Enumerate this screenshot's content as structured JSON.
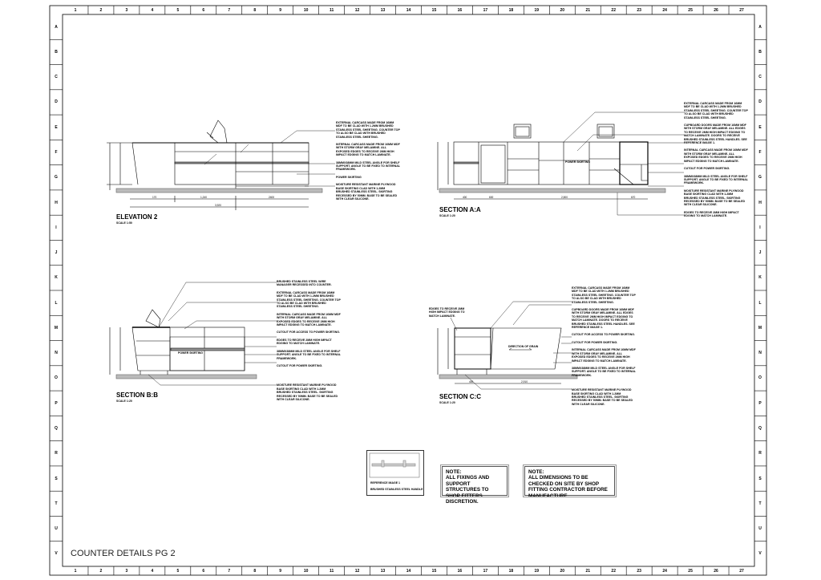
{
  "sheet": {
    "title": "COUNTER DETAILS PG 2",
    "columns": [
      "1",
      "2",
      "3",
      "4",
      "5",
      "6",
      "7",
      "8",
      "9",
      "10",
      "11",
      "12",
      "13",
      "14",
      "15",
      "16",
      "17",
      "18",
      "19",
      "20",
      "21",
      "22",
      "23",
      "24",
      "25",
      "26",
      "27"
    ],
    "rows": [
      "A",
      "B",
      "C",
      "D",
      "E",
      "F",
      "G",
      "H",
      "I",
      "J",
      "K",
      "L",
      "M",
      "N",
      "O",
      "P",
      "Q",
      "R",
      "S",
      "T",
      "U",
      "V"
    ]
  },
  "elevation2": {
    "title": "ELEVATION 2",
    "scale": "SCALE 1:50",
    "dims": [
      "170",
      "1,240",
      "2400",
      "3,920"
    ],
    "notes": [
      "External carcass made from 16mm MDF to be clad with 1.2mm brushed stainless steel sheeting. Counter top to also be clad with brushed stainless steel sheeting.",
      "Internal carcass made from 16mm MDF with storm gray melamine. All exposed edges to receive 2mm high impact edging to match laminate.",
      "38mmX38mm mild steel angle for shelf support. Angle to be fixed to internal framework.",
      "Power skirting",
      "Moisture resistant marine plywood base skirting clad with 1.2mm brushed stainless steel. Skirting recessed by 50mm. Base to be sealed with clear silicone."
    ]
  },
  "sectionAA": {
    "title": "SECTION A:A",
    "scale": "SCALE 1:20",
    "power_skirting": "POWER SKIRTING",
    "dims": [
      "400",
      "600",
      "2,500",
      "670"
    ],
    "notes": [
      "External carcass made from 16mm MDF to be clad with 1.2mm brushed stainless steel sheeting. Counter top to also be clad with brushed stainless steel sheeting.",
      "Cupboard doors made from 16mm MDF with storm gray melamine. All edges to receive 2mm high impact edging to match laminate. Doors to receive brushed stainless steel handles. See reference image 1.",
      "Internal carcass made from 16mm MDF with storm gray melamine. All exposed edges to receive 2mm high impact edging to match laminate.",
      "Cutout for power skirting.",
      "38mmX38mm mild steel angle for shelf support. Angle to be fixed to internal framework.",
      "Moisture resistant marine plywood base skirting clad with 1.2mm brushed stainless steel. Skirting recessed by 50mm. Base to be sealed with clear silicone.",
      "Edges to receive 2mm high impact edging to match laminate."
    ]
  },
  "sectionBB": {
    "title": "SECTION B:B",
    "scale": "SCALE 1:20",
    "power_skirting": "POWER SKIRTING",
    "notes": [
      "Brushed stainless steel wire manager recessed into counter.",
      "External carcass made from 16mm MDF to be clad with 1.2mm brushed stainless steel sheeting. Counter top to also be clad with brushed stainless steel sheeting.",
      "Internal carcass made from 16mm MDF with storm gray melamine. All exposed edges to receive 2mm high impact edging to match laminate.",
      "Cutout for access to power skirting.",
      "Edges to receive 2mm high impact edging to match laminate.",
      "38mmX38mm mild steel angle for shelf support. Angle to be fixed to internal framework.",
      "Cutout for power skirting.",
      "Moisture resistant marine plywood base skirting clad with 1.2mm brushed stainless steel. Skirting recessed by 50mm. Base to be sealed with clear silicone."
    ]
  },
  "sectionCC": {
    "title": "SECTION C:C",
    "scale": "SCALE 1:20",
    "edge_note": "Edges to receive 2mm high impact edging to match laminate.",
    "grain": "DIRECTION OF GRAIN",
    "dims": [
      "400",
      "2,910"
    ],
    "notes": [
      "External carcass made from 16mm MDF to be clad with 1.2mm brushed stainless steel sheeting. Counter top to also be clad with brushed stainless steel sheeting.",
      "Cupboard doors made from 16mm MDF with storm gray melamine. All edges to receive 2mm high impact edging to match laminate. Doors to receive brushed stainless steel handles. See reference image 1.",
      "Cutout for access to power skirting.",
      "Cutout for power skirting.",
      "Internal carcass made from 16mm MDF with storm gray melamine. All exposed edges to receive 2mm high impact edging to match laminate.",
      "38mmX38mm mild steel angle for shelf support. Angle to be fixed to internal framework.",
      "Moisture resistant marine plywood base skirting clad with 1.2mm brushed stainless steel. Skirting recessed by 50mm. Base to be sealed with clear silicone."
    ]
  },
  "reference": {
    "label": "REFERENCE IMAGE 1",
    "caption": "BRUSHED STAINLESS STEEL HANDLE"
  },
  "note1": {
    "heading": "NOTE:",
    "body": "ALL FIXINGS AND SUPPORT STRUCTURES TO SHOP FITTERS DISCRETION."
  },
  "note2": {
    "heading": "NOTE:",
    "body": "ALL DIMENSIONS TO BE CHECKED ON SITE BY SHOP FITTING CONTRACTOR BEFORE MANUFACTURE."
  }
}
